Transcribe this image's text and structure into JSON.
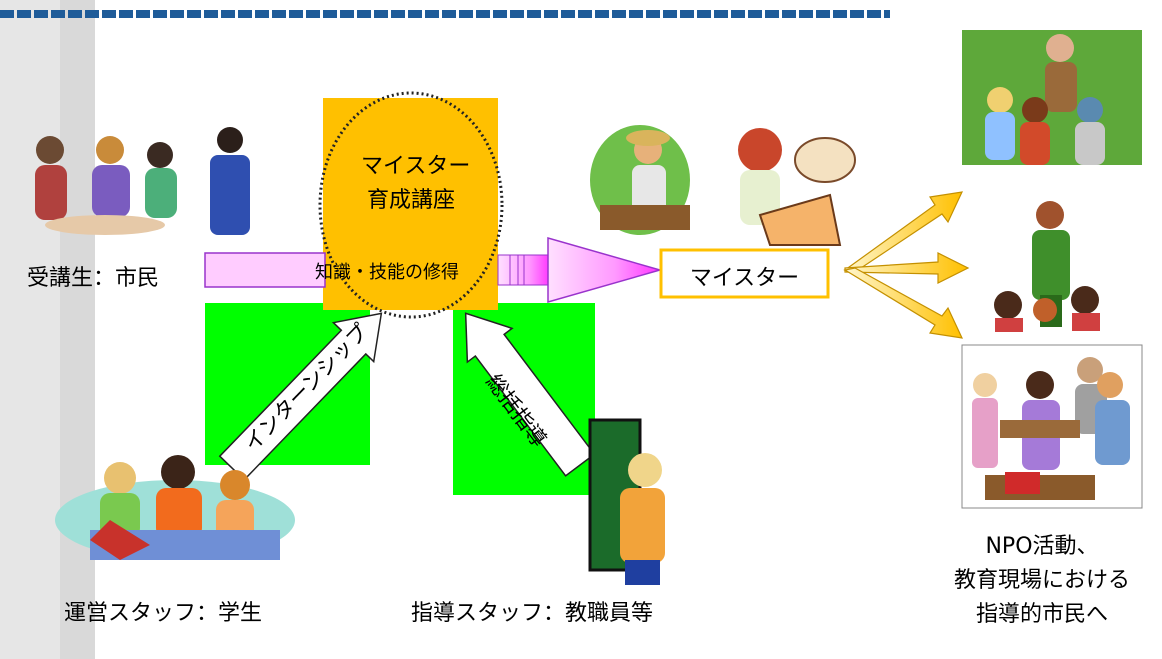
{
  "course": {
    "line1": "マイスター",
    "line2": "育成講座"
  },
  "main_arrow_label": "知識・技能の修得",
  "students_label": "受講生：市民",
  "meister_label": "マイスター",
  "internship_label": "インターンシップ",
  "supervision_label": "総括指導",
  "ops_staff_label": "運営スタッフ：学生",
  "teaching_staff_label": "指導スタッフ：教職員等",
  "outcome": {
    "line1": "NPO活動、",
    "line2": "教育現場における",
    "line3": "指導的市民へ"
  },
  "colors": {
    "accent_blue": "#1f5c99",
    "course_yellow": "#ffc000",
    "green_box": "#00ff00",
    "arrow_pink": "#ff66ff",
    "arrow_pink_light": "#ffccff",
    "arrow_gold": "#ffcc33",
    "sidebar_gray": "#e6e6e6"
  }
}
